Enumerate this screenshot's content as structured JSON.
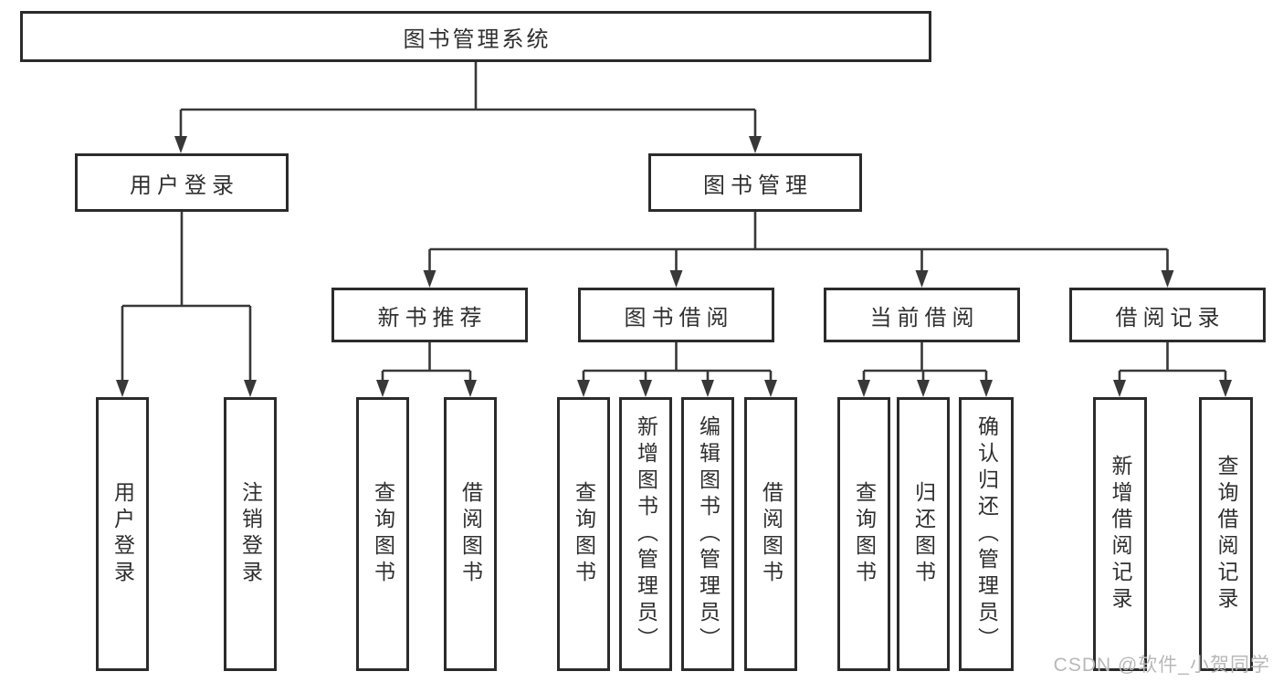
{
  "diagram": {
    "root": {
      "label": "图书管理系统"
    },
    "branches": [
      {
        "label": "用户登录",
        "leaves": [
          {
            "label": "用户登录"
          },
          {
            "label": "注销登录"
          }
        ]
      },
      {
        "label": "图书管理",
        "groups": [
          {
            "label": "新书推荐",
            "leaves": [
              {
                "label": "查询图书"
              },
              {
                "label": "借阅图书"
              }
            ]
          },
          {
            "label": "图书借阅",
            "leaves": [
              {
                "label": "查询图书"
              },
              {
                "label": "新增图书（管理员）"
              },
              {
                "label": "编辑图书（管理员）"
              },
              {
                "label": "借阅图书"
              }
            ]
          },
          {
            "label": "当前借阅",
            "leaves": [
              {
                "label": "查询图书"
              },
              {
                "label": "归还图书"
              },
              {
                "label": "确认归还（管理员）"
              }
            ]
          },
          {
            "label": "借阅记录",
            "leaves": [
              {
                "label": "新增借阅记录"
              },
              {
                "label": "查询借阅记录"
              }
            ]
          }
        ]
      }
    ]
  },
  "watermark": {
    "text": "CSDN @软件_小贺同学"
  },
  "colors": {
    "line": "#383838",
    "border": "#2b2b2b",
    "text": "#2f2f2f",
    "background": "#ffffff",
    "watermark": "#b8b8b8"
  }
}
